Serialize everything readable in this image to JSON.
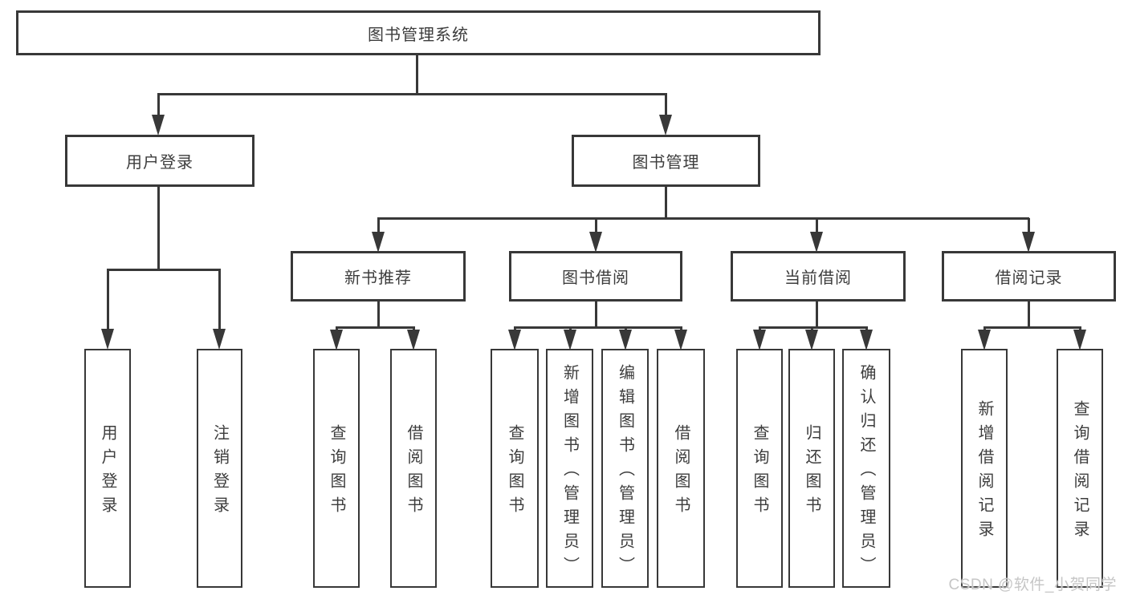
{
  "colors": {
    "line": "#383838",
    "text": "#3d3d3d",
    "watermark": "#c6c6c6",
    "background": "#ffffff"
  },
  "tree": {
    "root": {
      "label": "图书管理系统"
    },
    "branches": [
      {
        "label": "用户登录",
        "leaves": [
          "用户登录",
          "注销登录"
        ]
      },
      {
        "label": "图书管理",
        "groups": [
          {
            "label": "新书推荐",
            "leaves": [
              "查询图书",
              "借阅图书"
            ]
          },
          {
            "label": "图书借阅",
            "leaves": [
              "查询图书",
              "新增图书（管理员）",
              "编辑图书（管理员）",
              "借阅图书"
            ]
          },
          {
            "label": "当前借阅",
            "leaves": [
              "查询图书",
              "归还图书",
              "确认归还（管理员）"
            ]
          },
          {
            "label": "借阅记录",
            "leaves": [
              "新增借阅记录",
              "查询借阅记录"
            ]
          }
        ]
      }
    ]
  },
  "watermark": {
    "text": "CSDN @软件_小贺同学"
  }
}
